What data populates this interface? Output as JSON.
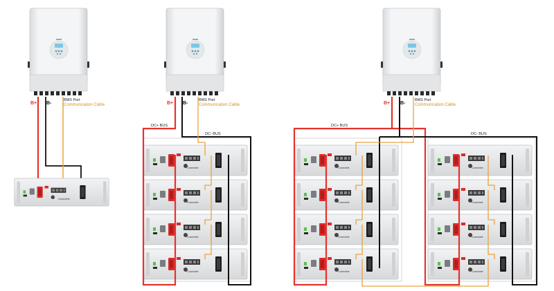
{
  "labels": {
    "b_plus": "B+",
    "b_minus": "B-",
    "bms_port": "BMS Port",
    "comm_cable": "Communication Cable",
    "dc_plus_bus": "DC+ BUS",
    "dc_minus_bus": "DC- BUS"
  },
  "battery_brand": "Cosmolele",
  "colors": {
    "positive": "#e5322d",
    "negative": "#111111",
    "communication": "#e8a33d",
    "inverter_body": "#eef0f2",
    "battery_body": "#e6e7e9",
    "terminal_red": "#d92b2b"
  },
  "systems": [
    {
      "name": "single",
      "battery_count": 1
    },
    {
      "name": "stack",
      "battery_count": 4
    },
    {
      "name": "double-stack",
      "battery_count": 8
    }
  ]
}
